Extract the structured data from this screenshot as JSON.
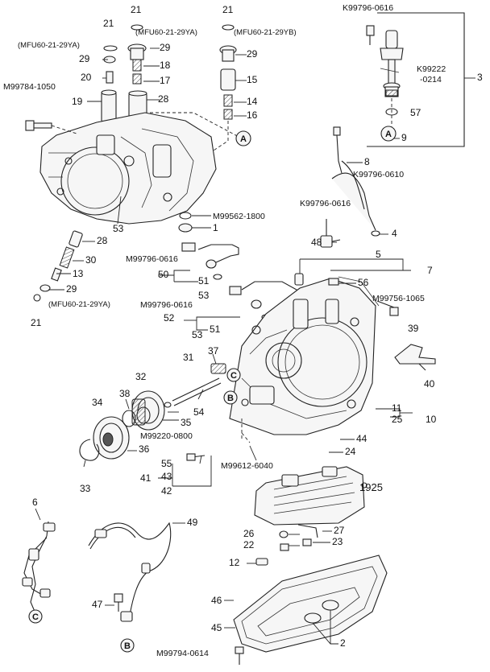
{
  "labels": [
    "21",
    "(MFU60-21-29YA)",
    "29",
    "18",
    "17",
    "28",
    "21",
    "(MFU60-21-29YB)",
    "29",
    "15",
    "14",
    "16",
    "21",
    "(MFU60-21-29YA)",
    "29",
    "20",
    "M99784-1050",
    "19",
    "K99796-0616",
    "K99222",
    "-0214",
    "3",
    "57",
    "9",
    "8",
    "K99796-0610",
    "K99796-0616",
    "4",
    "48",
    "5",
    "7",
    "M99562-1800",
    "1",
    "53",
    "28",
    "30",
    "13",
    "29",
    "(MFU60-21-29YA)",
    "21",
    "M99796-0616",
    "50",
    "51",
    "53",
    "M99796-0616",
    "52",
    "51",
    "53",
    "56",
    "M99756-1065",
    "39",
    "40",
    "31",
    "37",
    "32",
    "38",
    "34",
    "54",
    "35",
    "M99220-0800",
    "36",
    "33",
    "11",
    "25",
    "10",
    "44",
    "24",
    "M99612-6040",
    "55",
    "43",
    "41",
    "42",
    "1925",
    "6",
    "49",
    "26",
    "22",
    "27",
    "23",
    "12",
    "47",
    "46",
    "45",
    "2",
    "M99794-0614"
  ],
  "callouts": [
    "A",
    "A",
    "C",
    "B",
    "C",
    "B"
  ]
}
